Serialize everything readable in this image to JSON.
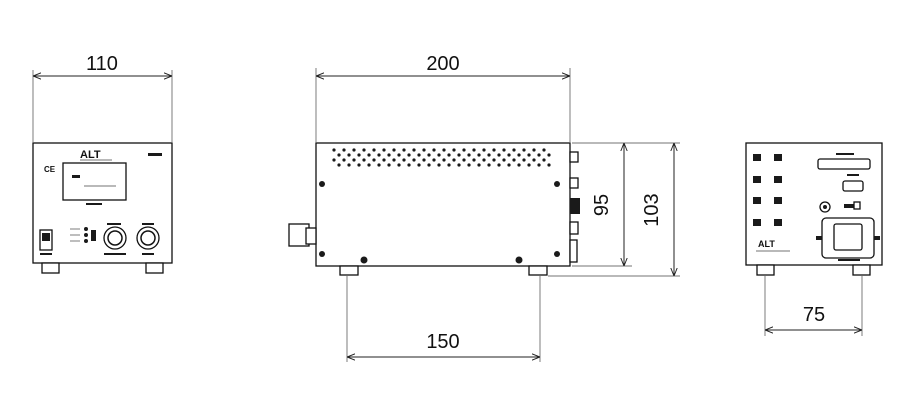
{
  "dimensions": {
    "front_width": "110",
    "side_depth": "200",
    "side_feet_spacing": "150",
    "side_body_height": "95",
    "side_total_height": "103",
    "rear_feet_spacing": "75"
  },
  "labels": {
    "front_logo": "ALT",
    "rear_logo": "ALT"
  },
  "colors": {
    "line": "#222222",
    "fill_dark": "#1a1a1a"
  }
}
